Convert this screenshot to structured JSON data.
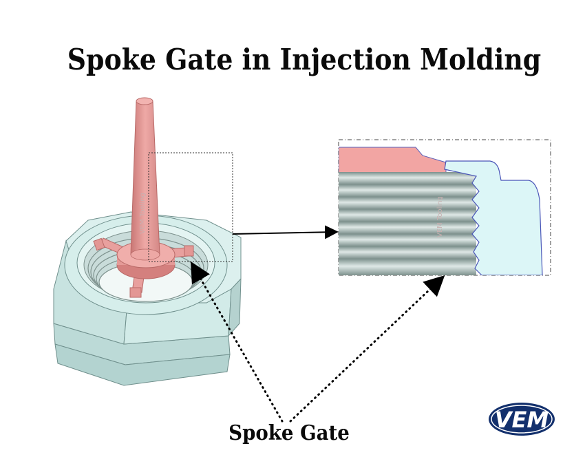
{
  "title": "Spoke Gate in Injection Molding",
  "caption": "Spoke Gate",
  "watermark": "VEM Tooling",
  "logo": {
    "text": "VEM",
    "color": "#13306d"
  },
  "colors": {
    "part": "#cfe8e6",
    "part_dark": "#9fc4c1",
    "runner": "#e8a09e",
    "runner_dark": "#c87472",
    "thread": "#a8bdb9",
    "detail_part": "#dcf5f6",
    "detail_edge": "#4a55b8"
  }
}
